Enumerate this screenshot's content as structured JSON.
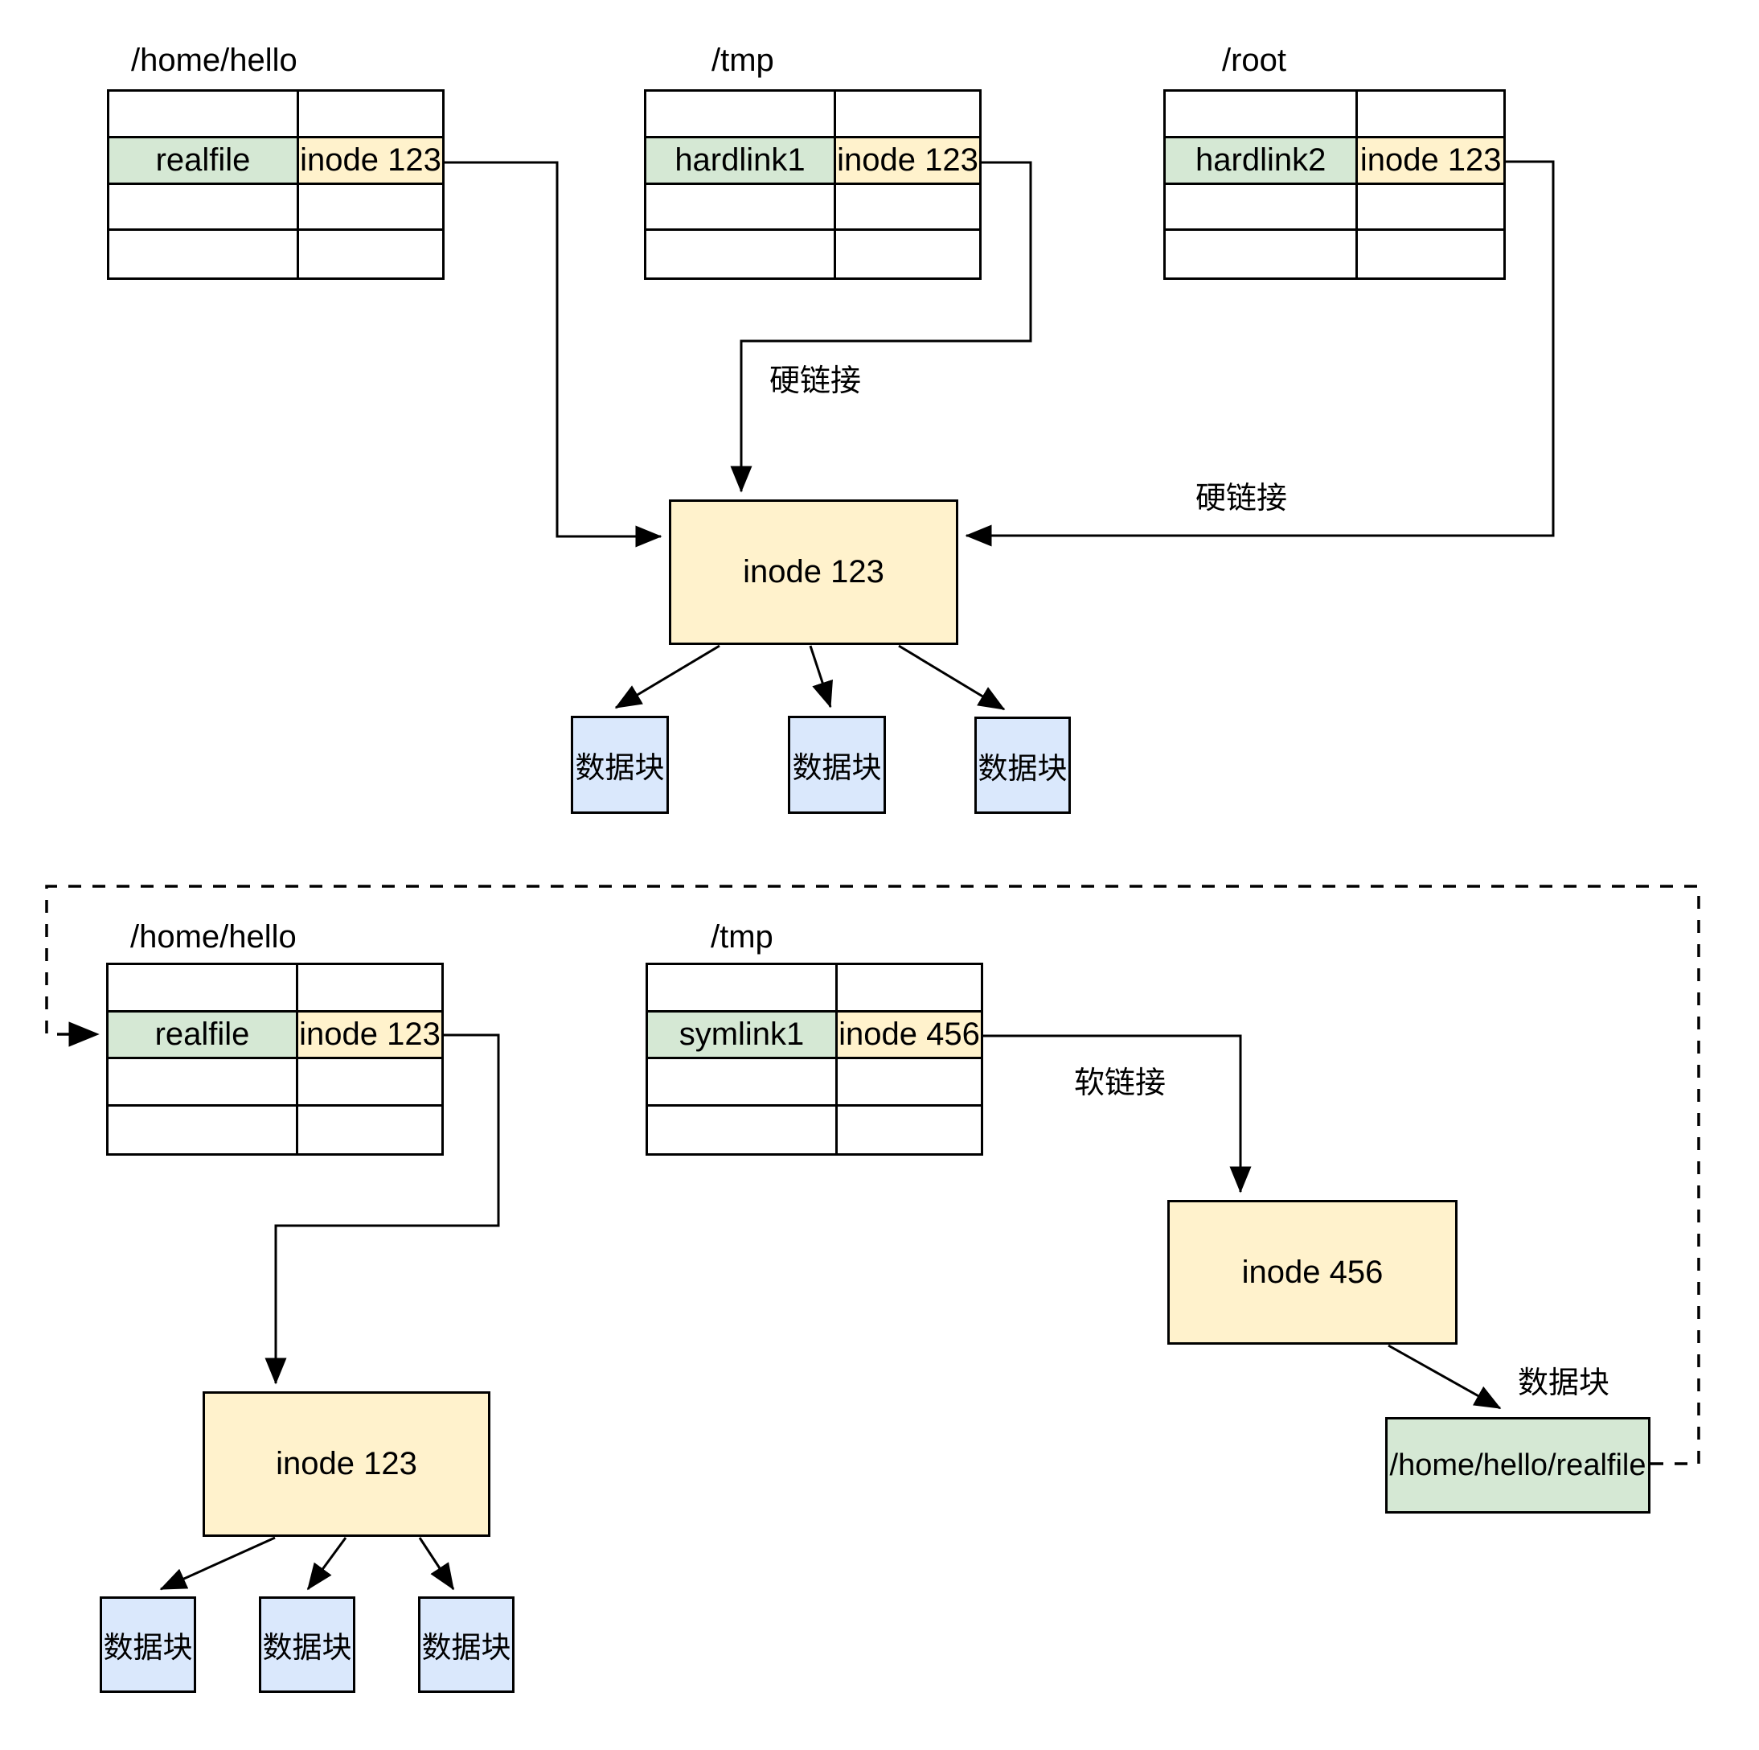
{
  "top": {
    "directories": [
      {
        "title": "/home/hello",
        "entry": {
          "name": "realfile",
          "inode": "inode 123"
        }
      },
      {
        "title": "/tmp",
        "entry": {
          "name": "hardlink1",
          "inode": "inode 123"
        }
      },
      {
        "title": "/root",
        "entry": {
          "name": "hardlink2",
          "inode": "inode 123"
        }
      }
    ],
    "inode_box": {
      "label": "inode 123"
    },
    "data_blocks": [
      {
        "label": "数据块"
      },
      {
        "label": "数据块"
      },
      {
        "label": "数据块"
      }
    ],
    "edge_labels": {
      "hardlink_tmp": "硬链接",
      "hardlink_root": "硬链接"
    }
  },
  "bottom": {
    "directories": [
      {
        "title": "/home/hello",
        "entry": {
          "name": "realfile",
          "inode": "inode 123"
        }
      },
      {
        "title": "/tmp",
        "entry": {
          "name": "symlink1",
          "inode": "inode 456"
        }
      }
    ],
    "inode123_box": {
      "label": "inode 123"
    },
    "inode456_box": {
      "label": "inode 456"
    },
    "target_box": {
      "label": "/home/hello/realfile"
    },
    "data_blocks": [
      {
        "label": "数据块"
      },
      {
        "label": "数据块"
      },
      {
        "label": "数据块"
      }
    ],
    "edge_labels": {
      "softlink": "软链接",
      "datablock": "数据块"
    }
  },
  "colors": {
    "green": "#d5e8d4",
    "yellow": "#fff2cc",
    "blue": "#dae8fc",
    "stroke": "#000000"
  }
}
